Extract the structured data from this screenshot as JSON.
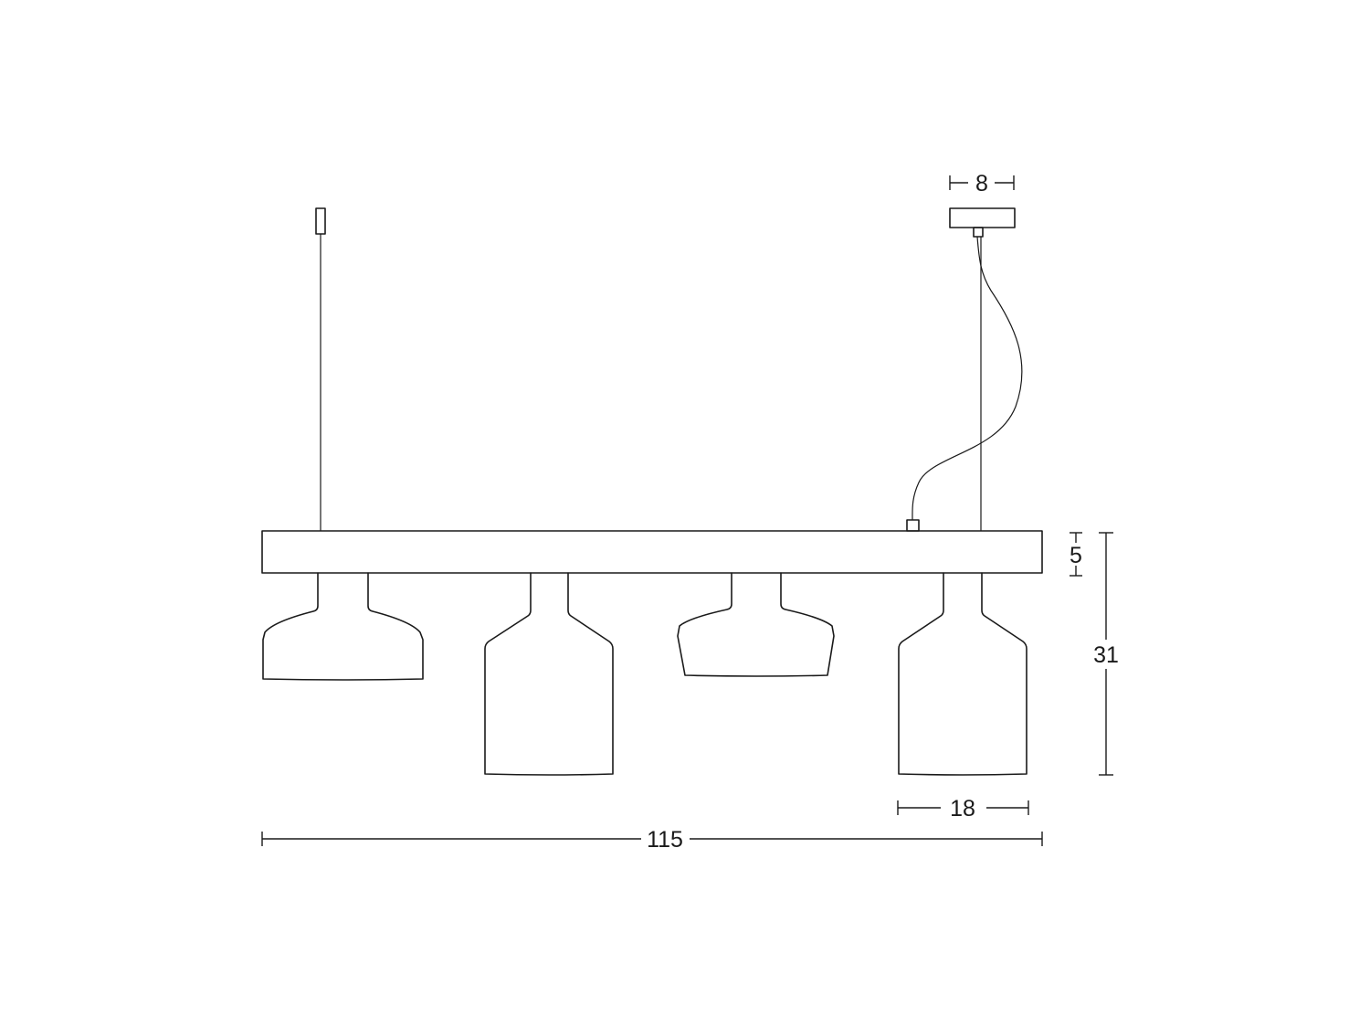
{
  "dimensions": {
    "total_width": "115",
    "total_height": "31",
    "bar_height": "5",
    "shade_width": "18",
    "canopy_width": "8"
  }
}
